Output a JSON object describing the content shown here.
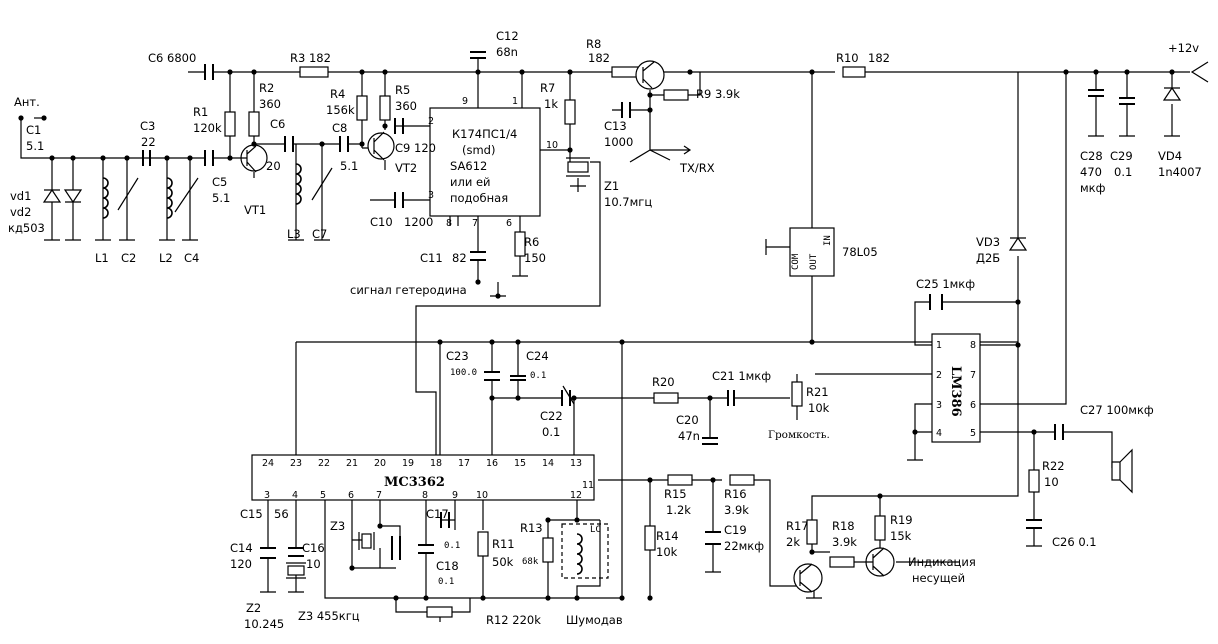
{
  "labels": {
    "ant": "Ант.",
    "c1": "C1",
    "c1v": "5.1",
    "vd12a": "vd1",
    "vd12b": "vd2",
    "vd12c": "кд503",
    "c3": "C3",
    "c3v": "22",
    "l1": "L1",
    "c2": "C2",
    "l2": "L2",
    "c4": "C4",
    "c5": "C5",
    "c5v": "5.1",
    "c6a": "C6 6800",
    "r1": "R1",
    "r1v": "120k",
    "r2": "R2",
    "r2v": "360",
    "c6b": "C6",
    "vt1_20": "20",
    "vt1": "VT1",
    "l3": "L3",
    "c7": "C7",
    "c7v": "5.1",
    "r3": "R3 182",
    "r4": "R4",
    "r4v": "156k",
    "r5": "R5",
    "r5v": "360",
    "c8": "C8",
    "c9": "C9 120",
    "vt2": "VT2",
    "c10": "C10",
    "c10v": "1200",
    "c11": "C11",
    "c11v": "82",
    "geterodin": "сигнал гетеродина",
    "c12": "C12",
    "c12v": "68n",
    "ic1a": "К174ПС1/4",
    "ic1b": "(smd)",
    "ic1c": "SA612",
    "ic1d": "или ей",
    "ic1e": "подобная",
    "p9": "9",
    "p1": "1",
    "p2": "2",
    "p3": "3",
    "p10": "10",
    "p8": "8",
    "p7": "7",
    "p6": "6",
    "r6": "R6",
    "r6v": "150",
    "r7": "R7",
    "r7v": "1k",
    "r8": "R8",
    "r8v": "182",
    "c13": "C13",
    "c13v": "1000",
    "r9": "R9 3.9k",
    "txrx": "TX/RX",
    "z1": "Z1",
    "z1v": "10.7мгц",
    "r10": "R10",
    "r10v": "182",
    "vcc": "+12v",
    "c28": "C28",
    "c28v": "470",
    "c28u": "мкф",
    "c29": "C29",
    "c29v": "0.1",
    "vd4": "VD4",
    "vd4v": "1n4007",
    "reg": "78L05",
    "reg_com": "COM",
    "reg_out": "OUT",
    "reg_in": "IN",
    "vd3": "VD3",
    "vd3v": "Д2Б",
    "c25": "C25 1мкф",
    "lm": "LM386",
    "lm1": "1",
    "lm2": "2",
    "lm3": "3",
    "lm4": "4",
    "lm5": "5",
    "lm6": "6",
    "lm7": "7",
    "lm8": "8",
    "c27": "C27 100мкф",
    "r22": "R22",
    "r22v": "10",
    "c26": "C26 0.1",
    "c23": "C23",
    "c23v": "100.0",
    "c24": "C24",
    "c24v": "0.1",
    "c22": "C22",
    "c22v": "0.1",
    "r20": "R20",
    "c21": "C21 1мкф",
    "r21": "R21",
    "r21v": "10k",
    "vol": "Громкость.",
    "c20": "C20",
    "c20v": "47n",
    "mc": "MC3362",
    "mp24": "24",
    "mp23": "23",
    "mp22": "22",
    "mp21": "21",
    "mp20": "20",
    "mp19": "19",
    "mp18": "18",
    "mp17": "17",
    "mp16": "16",
    "mp15": "15",
    "mp14": "14",
    "mp13": "13",
    "mp3": "3",
    "mp4": "4",
    "mp5": "5",
    "mp6": "6",
    "mp7": "7",
    "mp8": "8",
    "mp9": "9",
    "mp10": "10",
    "mp11": "11",
    "mp12": "12",
    "c15": "C15",
    "c15v": "56",
    "c14": "C14",
    "c14v": "120",
    "c16": "C16",
    "c16v": "10",
    "z2": "Z2",
    "z2v": "10.245",
    "z3": "Z3",
    "z3b": "Z3 455кгц",
    "c17": "C17",
    "c17v": "0.1",
    "c18": "C18",
    "c18v": "0.1",
    "r11": "R11",
    "r11v": "50k",
    "r12": "R12 220k",
    "noise": "Шумодав",
    "r13": "R13",
    "r13v": "68k",
    "lc": "LC",
    "r14": "R14",
    "r14v": "10k",
    "r15": "R15",
    "r15v": "1.2k",
    "r16": "R16",
    "r16v": "3.9k",
    "c19": "C19",
    "c19v": "22мкф",
    "r17": "R17",
    "r17v": "2k",
    "r18": "R18",
    "r18v": "3.9k",
    "r19": "R19",
    "r19v": "15k",
    "ind1": "Индикация",
    "ind2": "несущей"
  }
}
